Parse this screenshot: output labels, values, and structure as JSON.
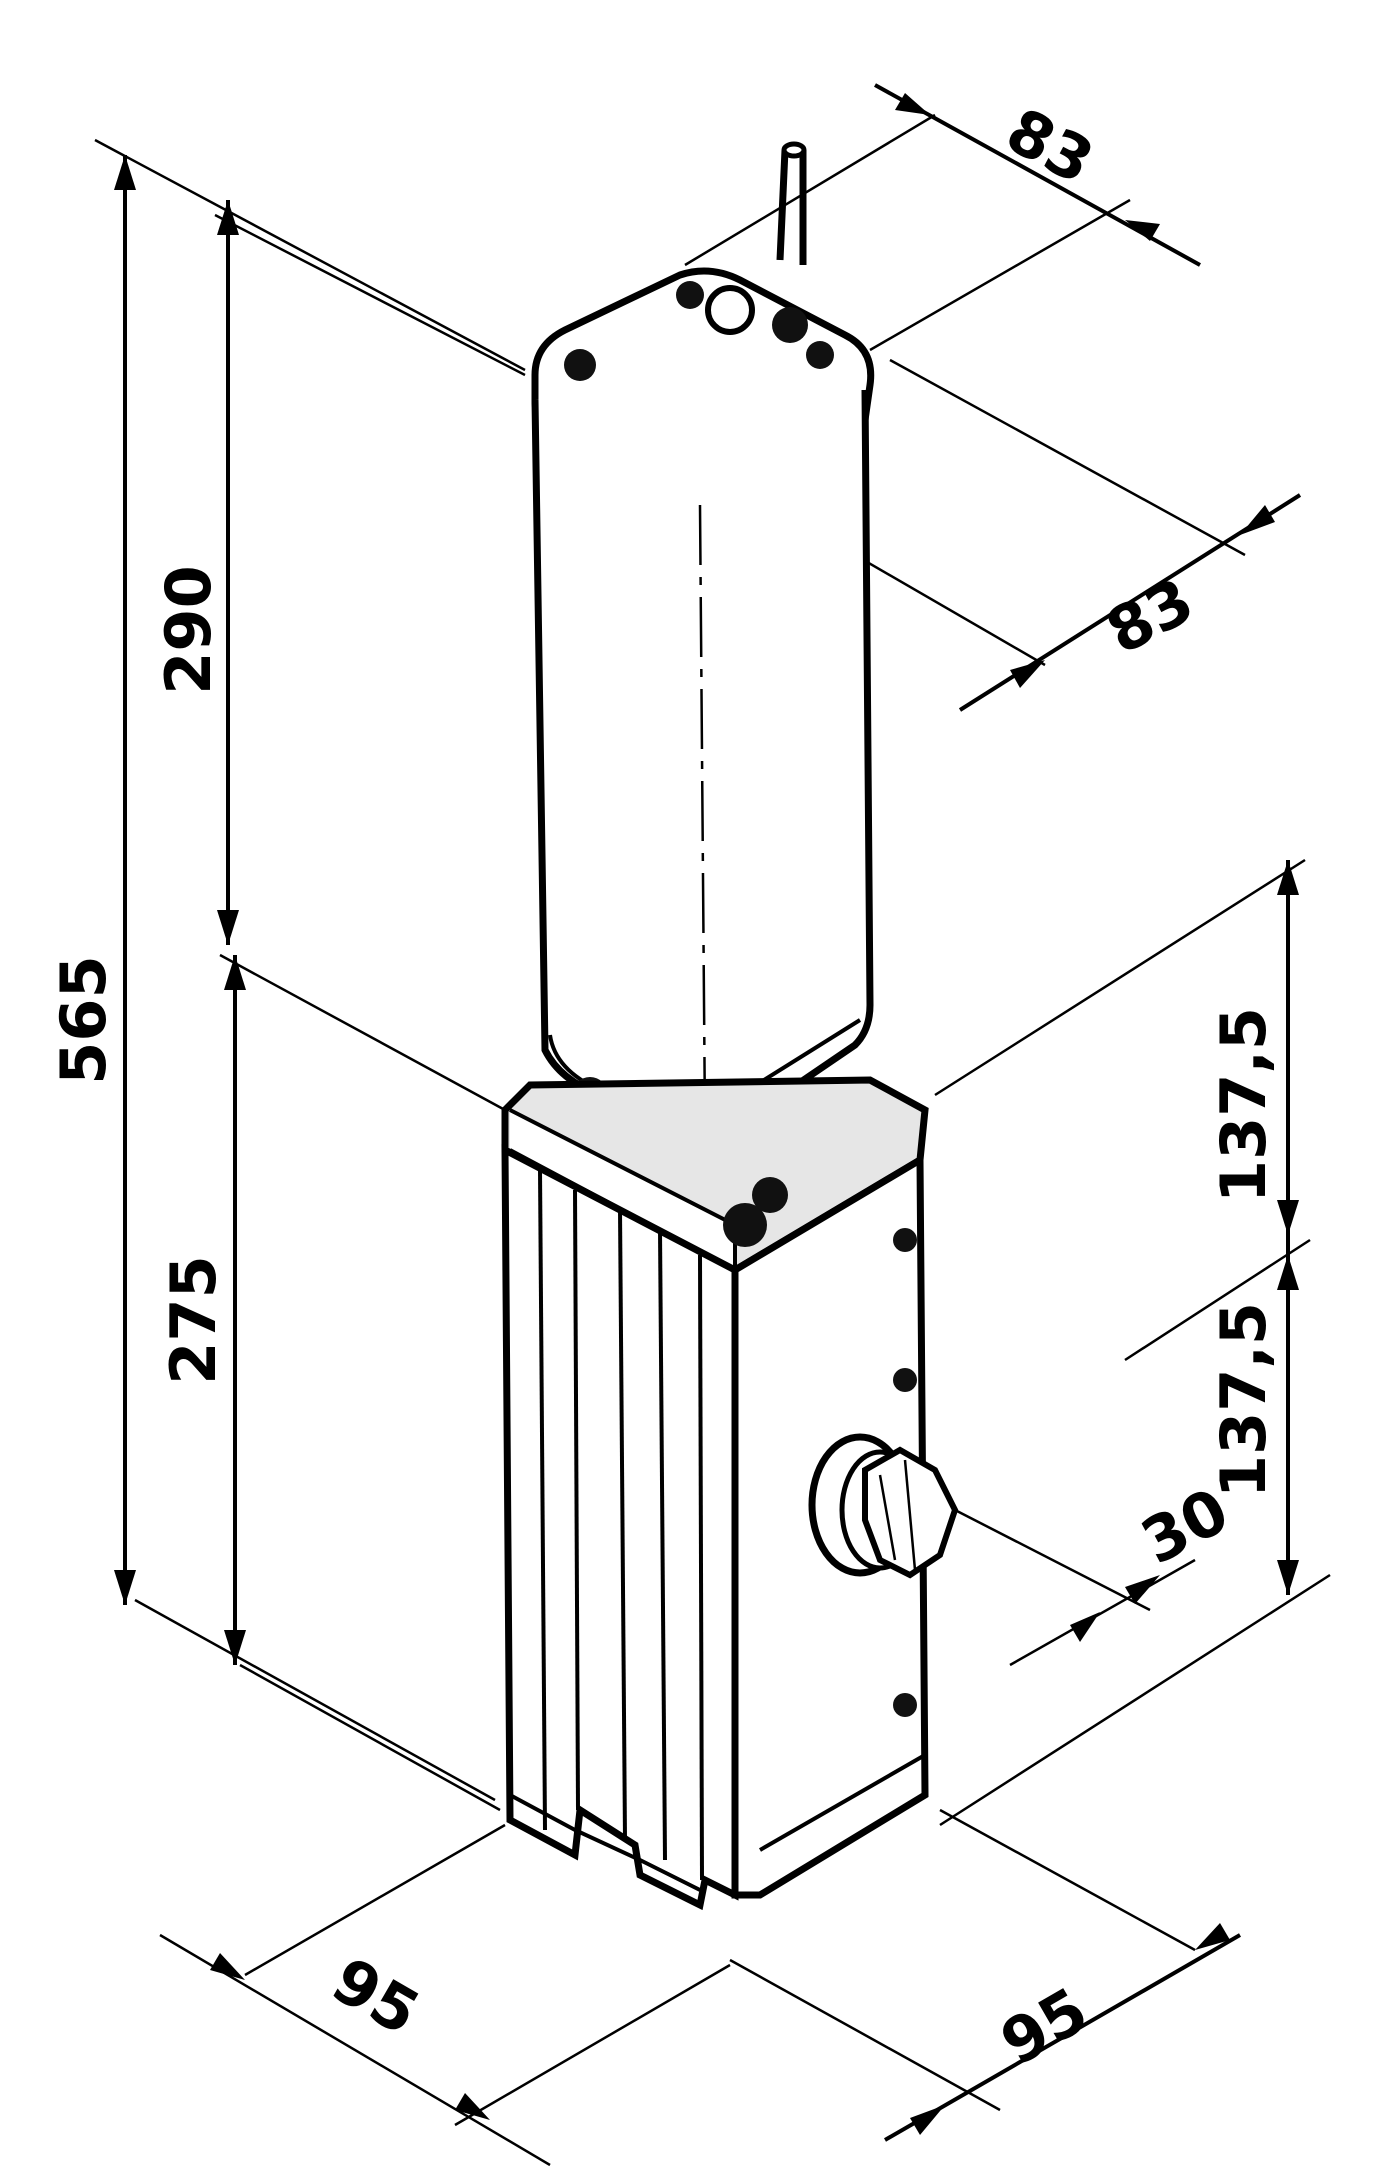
{
  "colors": {
    "ink": "#000000",
    "paper": "#ffffff",
    "shade": "#d9d9d9"
  },
  "dimensions": {
    "total_height": "565",
    "motor_height": "290",
    "gearbox_height": "275",
    "top_depth": "83",
    "top_width": "83",
    "side_upper": "137,5",
    "side_lower": "137,5",
    "shaft_diameter": "30",
    "base_left": "95",
    "base_right": "95"
  }
}
